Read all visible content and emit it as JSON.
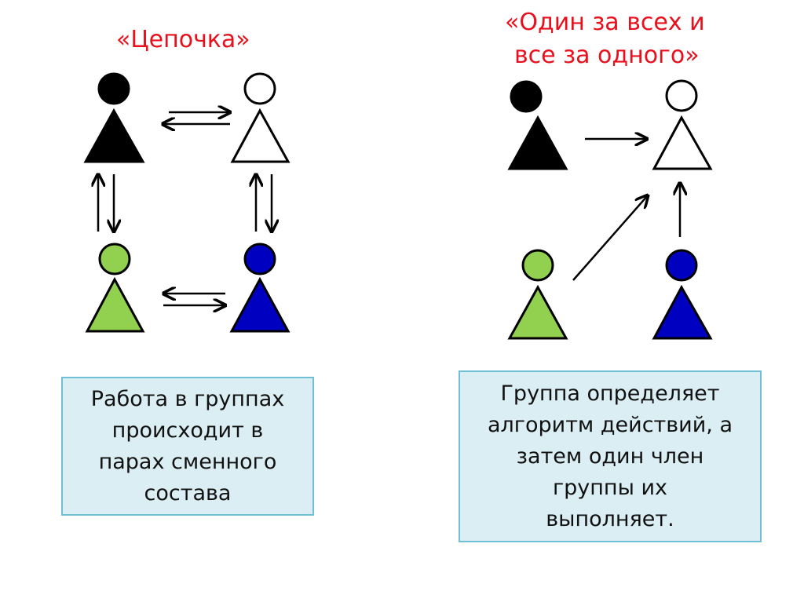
{
  "left": {
    "title": "«Цепочка»",
    "description": "Работа в группах\nпроисходит в\nпарах сменного\nсостава"
  },
  "right": {
    "title_line1": "«Один за всех и",
    "title_line2": "все за одного»",
    "description": "Группа определяет\nалгоритм действий, а\nзатем один член\nгруппы их\nвыполняет."
  },
  "colors": {
    "title": "#e8101c",
    "black": "#000000",
    "white": "#ffffff",
    "green": "#92d050",
    "blue": "#0000c0",
    "box_bg": "#daeef3"
  }
}
